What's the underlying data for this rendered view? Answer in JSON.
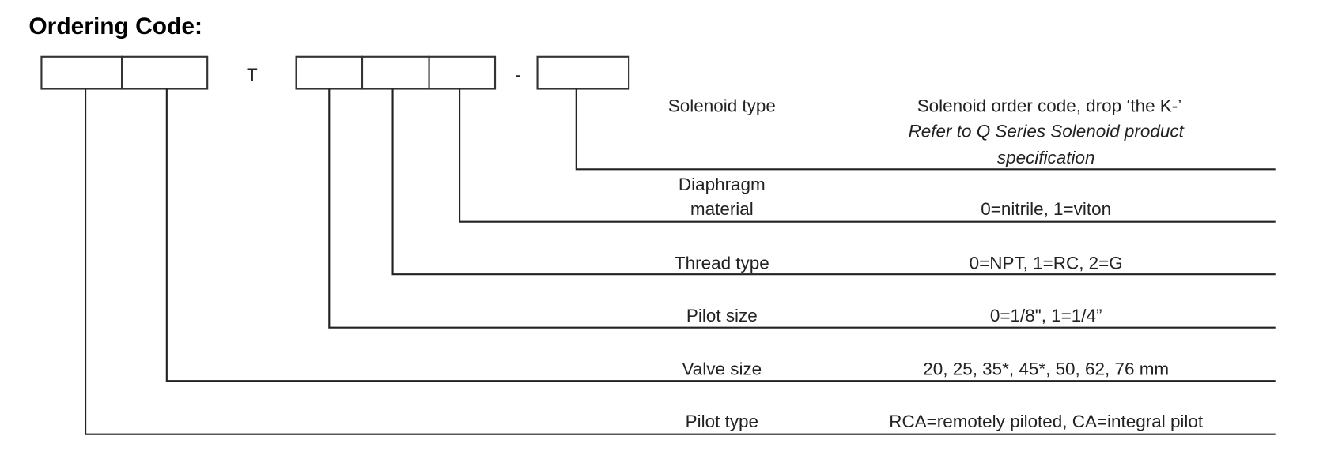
{
  "title": "Ordering Code:",
  "separators": {
    "t": "T",
    "dash": "-"
  },
  "rows": [
    {
      "label_lines": [
        "Solenoid type"
      ],
      "description_lines": [
        "Solenoid order code, drop ‘the K-’"
      ],
      "note_lines": [
        "Refer to Q Series Solenoid product",
        "specification"
      ]
    },
    {
      "label_lines": [
        "Diaphragm",
        "material"
      ],
      "description_lines": [
        "0=nitrile, 1=viton"
      ]
    },
    {
      "label_lines": [
        "Thread type"
      ],
      "description_lines": [
        "0=NPT, 1=RC, 2=G"
      ]
    },
    {
      "label_lines": [
        "Pilot size"
      ],
      "description_lines": [
        "0=1/8\", 1=1/4”"
      ]
    },
    {
      "label_lines": [
        "Valve size"
      ],
      "description_lines": [
        "20, 25, 35*, 45*, 50, 62, 76 mm"
      ]
    },
    {
      "label_lines": [
        "Pilot type"
      ],
      "description_lines": [
        "RCA=remotely piloted, CA=integral pilot"
      ]
    }
  ]
}
